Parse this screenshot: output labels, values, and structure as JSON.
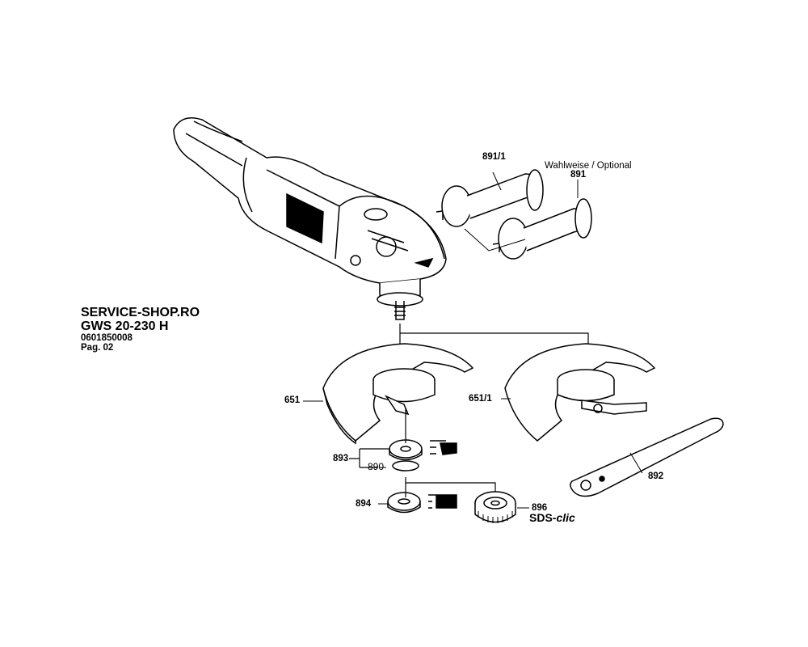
{
  "header": {
    "shop": "SERVICE-SHOP.RO",
    "model": "GWS 20-230 H",
    "part_number": "0601850008",
    "page": "Pag. 02"
  },
  "parts": {
    "p891_1": "891/1",
    "optional_note": "Wahlweise / Optional",
    "p891": "891",
    "p651": "651",
    "p651_1": "651/1",
    "p893": "893",
    "p890": "890",
    "p894": "894",
    "p896": "896",
    "p892": "892",
    "sds_prefix": "SDS-",
    "sds_suffix": "clic"
  }
}
